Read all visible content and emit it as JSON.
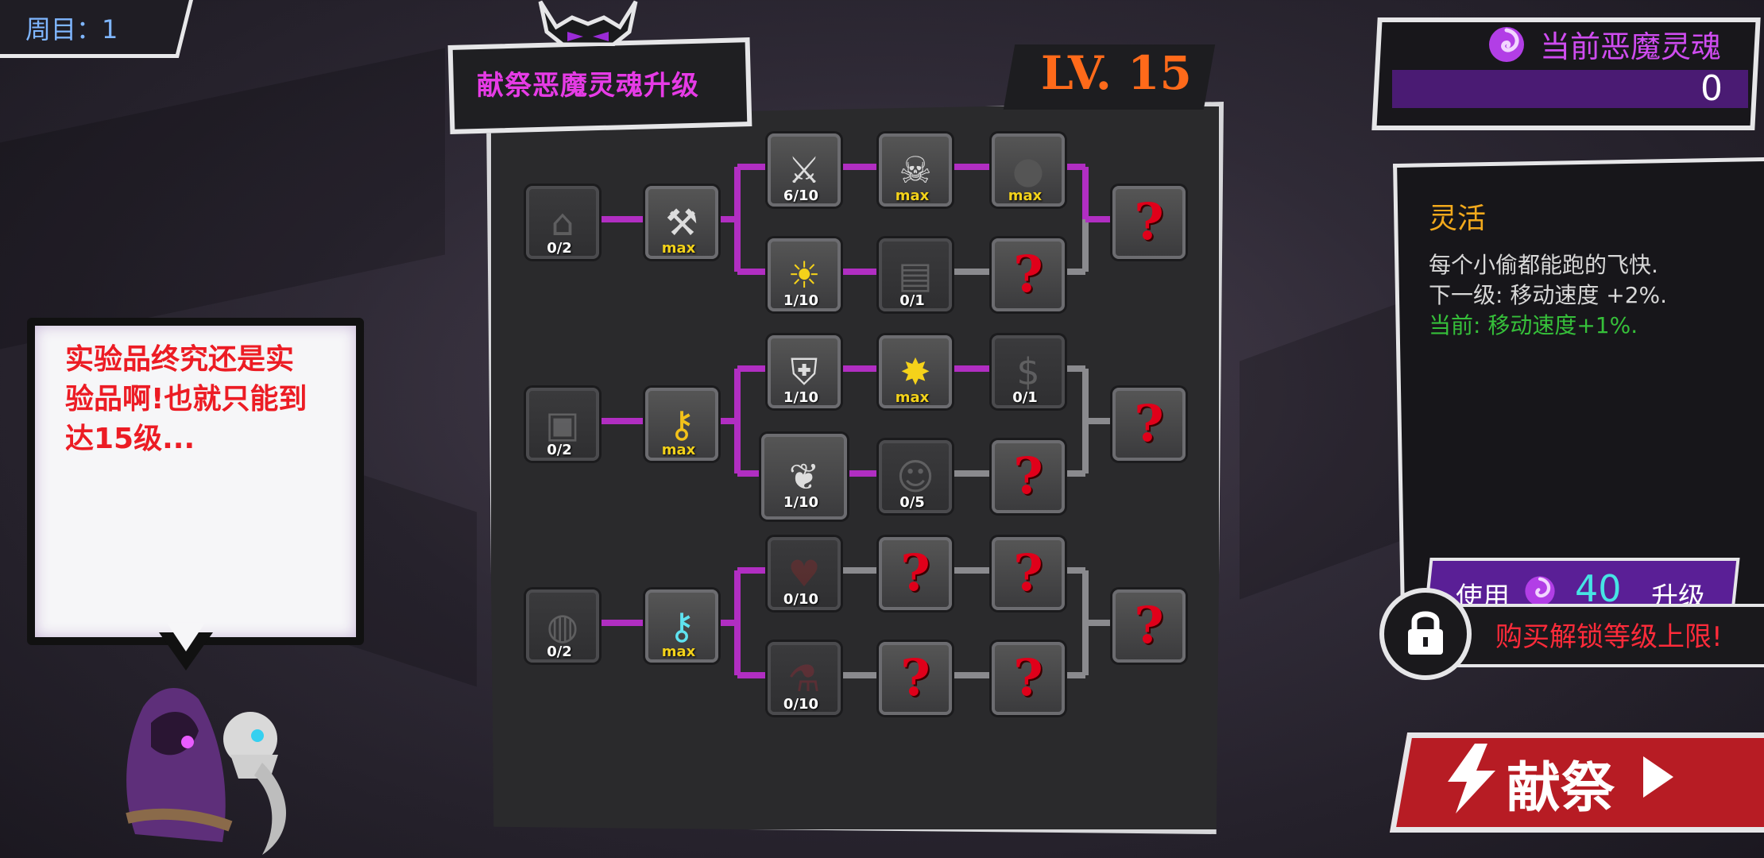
{
  "cycle": {
    "label": "周目：1"
  },
  "title": "献祭恶魔灵魂升级",
  "level": "LV. 15",
  "souls": {
    "label": "当前恶魔灵魂",
    "value": "0"
  },
  "skill": {
    "name": "灵活",
    "description": "每个小偷都能跑的飞快.",
    "next": "下一级: 移动速度 +2%.",
    "current": "当前: 移动速度+1%."
  },
  "upgrade": {
    "use": "使用",
    "cost": "40",
    "label": "升级"
  },
  "unlock": {
    "label": "购买解锁等级上限!"
  },
  "sacrifice": {
    "label": "献祭"
  },
  "speech": "实验品终究还是实验品啊!也就只能到达15级...",
  "tree": {
    "branches": [
      {
        "root": {
          "icon": "tavern-sign-icon",
          "label": "0/2",
          "locked": true
        },
        "key": {
          "icon": "axe-icon",
          "label": "max"
        },
        "upper": [
          {
            "icon": "sword-attack-up-icon",
            "label": "6/10"
          },
          {
            "icon": "thief-money-bag-icon",
            "label": "max"
          },
          {
            "icon": "bomb-icon",
            "label": "max"
          }
        ],
        "lower": [
          {
            "icon": "sun-speed-up-icon",
            "label": "1/10"
          },
          {
            "icon": "armor-crate-icon",
            "label": "0/1",
            "locked": true
          },
          {
            "icon": "question-mark-icon",
            "label": ""
          }
        ],
        "final": {
          "icon": "question-mark-icon",
          "label": ""
        }
      },
      {
        "root": {
          "icon": "treasure-chest-icon",
          "label": "0/2",
          "locked": true
        },
        "key": {
          "icon": "gold-key-icon",
          "label": "max"
        },
        "upper": [
          {
            "icon": "shield-defense-up-icon",
            "label": "1/10"
          },
          {
            "icon": "treasure-burst-icon",
            "label": "max"
          },
          {
            "icon": "sale-sign-icon",
            "label": "0/1",
            "locked": true
          }
        ],
        "lower": [
          {
            "icon": "winged-boot-icon",
            "label": "1/10"
          },
          {
            "icon": "ghost-icon",
            "label": "0/5",
            "locked": true
          },
          {
            "icon": "question-mark-icon",
            "label": ""
          }
        ],
        "final": {
          "icon": "question-mark-icon",
          "label": ""
        }
      },
      {
        "root": {
          "icon": "pot-icon",
          "label": "0/2",
          "locked": true
        },
        "key": {
          "icon": "cyan-gem-key-icon",
          "label": "max"
        },
        "upper": [
          {
            "icon": "heart-up-icon",
            "label": "0/10",
            "locked": true
          },
          {
            "icon": "question-mark-icon",
            "label": ""
          },
          {
            "icon": "question-mark-icon",
            "label": ""
          }
        ],
        "lower": [
          {
            "icon": "potion-icon",
            "label": "0/10",
            "locked": true
          },
          {
            "icon": "question-mark-icon",
            "label": ""
          },
          {
            "icon": "question-mark-icon",
            "label": ""
          }
        ],
        "final": {
          "icon": "question-mark-icon",
          "label": ""
        }
      }
    ]
  }
}
